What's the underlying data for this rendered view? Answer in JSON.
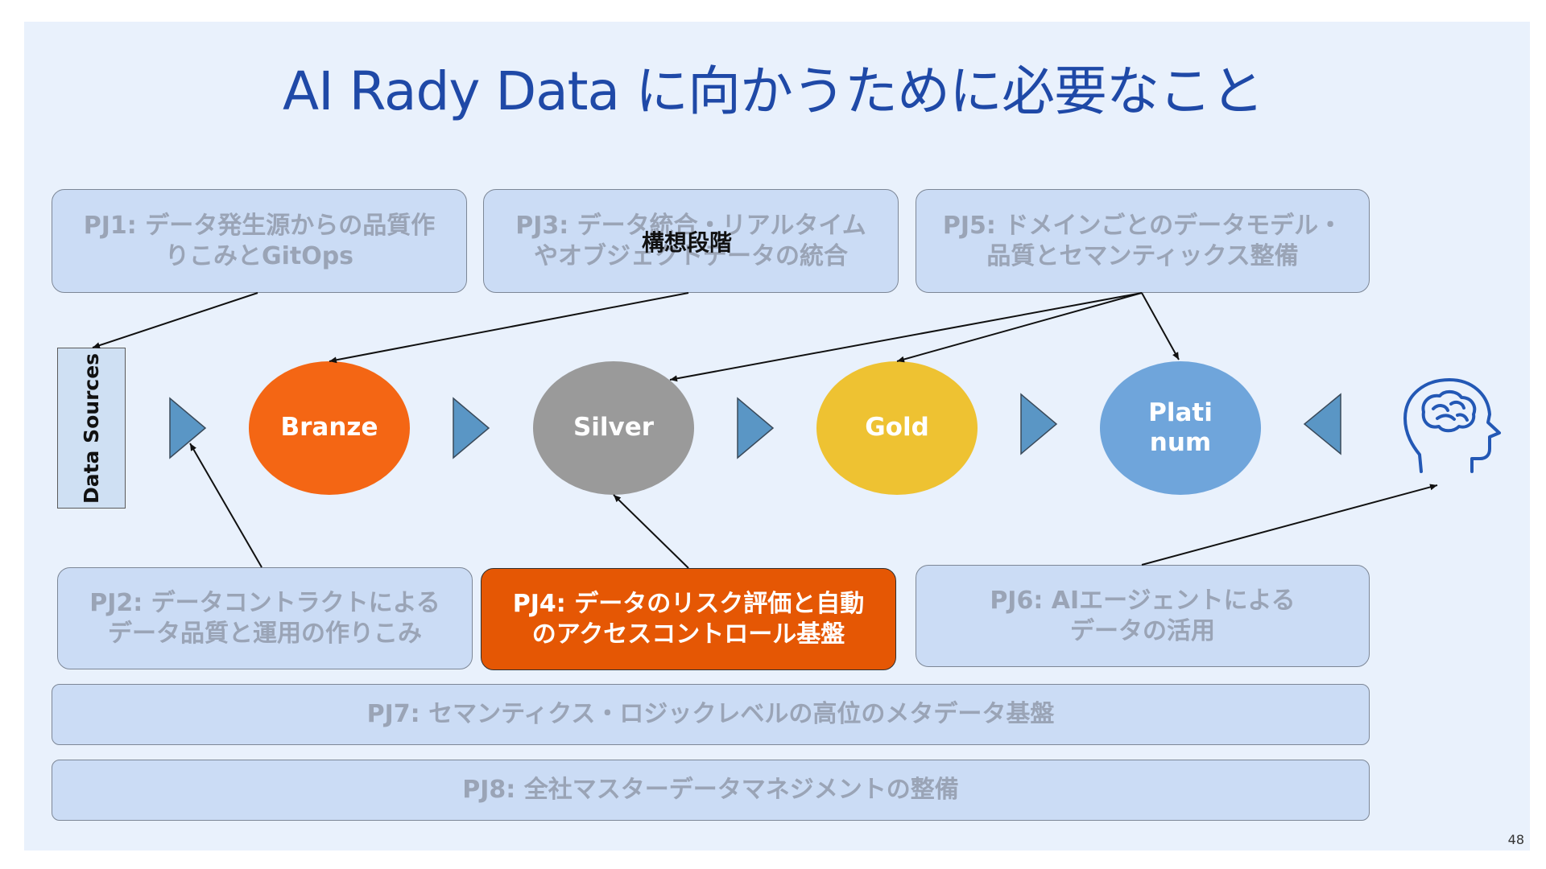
{
  "title": "AI Rady Data に向かうために必要なこと",
  "stage_label": "構想段階",
  "data_sources": "Data Sources",
  "stages": [
    {
      "label": "Branze",
      "color": "#f46614"
    },
    {
      "label": "Silver",
      "color": "#9a9a9a"
    },
    {
      "label": "Gold",
      "color": "#eec232"
    },
    {
      "label": "Plati\nnum",
      "color": "#6fa5db"
    }
  ],
  "projects": {
    "pj1": "PJ1: データ発生源からの品質作\nりこみとGitOps",
    "pj3": "PJ3: データ統合・リアルタイム\nやオブジェクトデータの統合",
    "pj5": "PJ5: ドメインごとのデータモデル・\n品質とセマンティックス整備",
    "pj2": "PJ2: データコントラクトによる\nデータ品質と運用の作りこみ",
    "pj4": "PJ4: データのリスク評価と自動\nのアクセスコントロール基盤",
    "pj6": "PJ6: AIエージェントによる\nデータの活用",
    "pj7": "PJ7: セマンティクス・ロジックレベルの高位のメタデータ基盤",
    "pj8": "PJ8: 全社マスターデータマネジメントの整備"
  },
  "colors": {
    "accent": "#1f49a7",
    "active": "#e55704",
    "box": "#cbdcf5",
    "triangle": "#5a96c5"
  },
  "icons": [
    "play-triangle-icon",
    "brain-head-icon"
  ],
  "page_number": "48"
}
